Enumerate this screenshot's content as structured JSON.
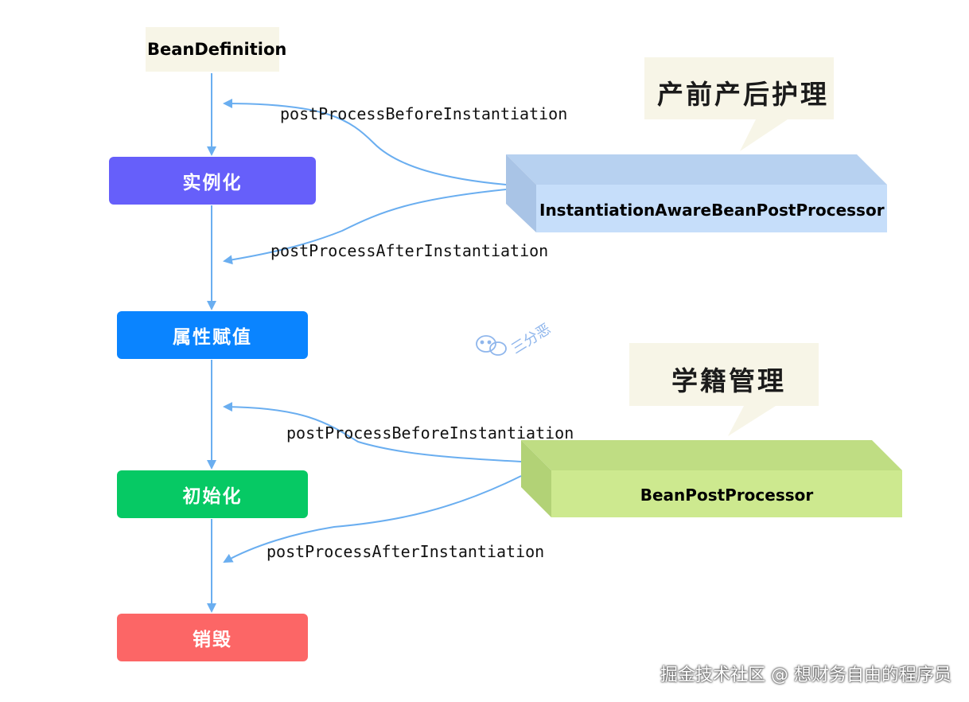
{
  "nodes": {
    "bean_definition": "BeanDefinition",
    "instantiation": "实例化",
    "population": "属性赋值",
    "initialization": "初始化",
    "destruction": "销毁"
  },
  "edges": {
    "inst_before": "postProcessBeforeInstantiation",
    "inst_after": "postProcessAfterInstantiation",
    "init_before": "postProcessBeforeInstantiation",
    "init_after": "postProcessAfterInstantiation"
  },
  "processors": {
    "instantiation_aware": "InstantiationAwareBeanPostProcessor",
    "bean_post": "BeanPostProcessor"
  },
  "callouts": {
    "top": "产前产后护理",
    "bottom": "学籍管理"
  },
  "watermark": "三分恶",
  "footer": "掘金技术社区 @ 想财务自由的程序员",
  "colors": {
    "instantiation": "#665ffa",
    "population": "#0a84ff",
    "initialization": "#06c964",
    "destruction": "#fc6666",
    "arrow": "#6aaef0",
    "processor_blue": "#c6defa",
    "processor_green": "#cde98f"
  }
}
